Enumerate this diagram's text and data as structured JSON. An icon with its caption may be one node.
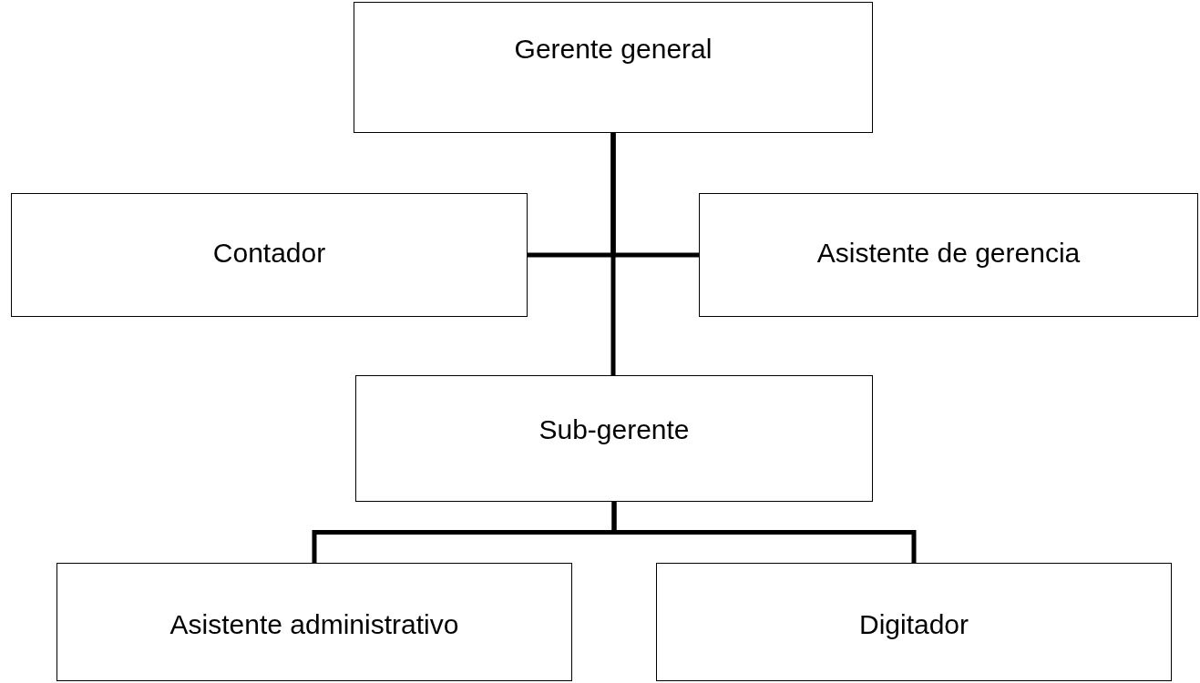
{
  "diagram": {
    "nodes": [
      {
        "text": [
          "Gerente general"
        ]
      },
      {
        "text": [
          "Contador"
        ]
      },
      {
        "text": [
          "Asistente de gerencia"
        ]
      },
      {
        "text": [
          "Sub-gerente"
        ]
      },
      {
        "text": [
          "Asistente administrativo"
        ]
      },
      {
        "text": [
          "Digitador"
        ]
      }
    ],
    "edges": [
      {
        "from": 0,
        "to": 1,
        "arrow": "none"
      },
      {
        "from": 0,
        "to": 2,
        "arrow": "none"
      },
      {
        "from": 0,
        "to": 3,
        "arrow": "none"
      },
      {
        "from": 3,
        "to": 4,
        "arrow": "none"
      },
      {
        "from": 3,
        "to": 5,
        "arrow": "none"
      }
    ]
  }
}
